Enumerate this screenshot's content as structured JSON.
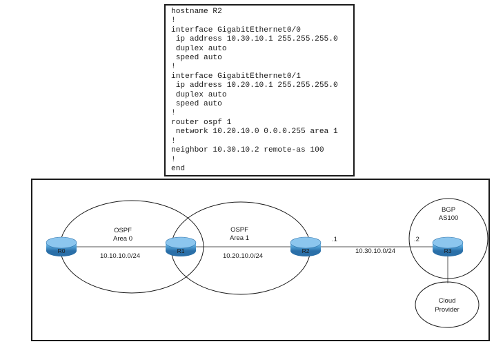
{
  "config": {
    "lines": [
      "hostname R2",
      "!",
      "interface GigabitEthernet0/0",
      " ip address 10.30.10.1 255.255.255.0",
      " duplex auto",
      " speed auto",
      "!",
      "interface GigabitEthernet0/1",
      " ip address 10.20.10.1 255.255.255.0",
      " duplex auto",
      " speed auto",
      "!",
      "router ospf 1",
      " network 10.20.10.0 0.0.0.255 area 1",
      "!",
      "neighbor 10.30.10.2 remote-as 100",
      "!",
      "end"
    ]
  },
  "diagram": {
    "routers": {
      "r0": "R0",
      "r1": "R1",
      "r2": "R2",
      "r3": "R3"
    },
    "areas": {
      "area0": {
        "line1": "OSPF",
        "line2": "Area 0"
      },
      "area1": {
        "line1": "OSPF",
        "line2": "Area 1"
      },
      "bgp": {
        "line1": "BGP",
        "line2": "AS100"
      }
    },
    "subnets": {
      "net0": "10.10.10.0/24",
      "net1": "10.20.10.0/24",
      "net2": "10.30.10.0/24"
    },
    "interfaces": {
      "r2_side": ".1",
      "r3_side": ".2"
    },
    "cloud": {
      "line1": "Cloud",
      "line2": "Provider"
    },
    "colors": {
      "router_fill": "#4f9fd4",
      "router_dark": "#2a6fa8",
      "line": "#555555"
    }
  }
}
